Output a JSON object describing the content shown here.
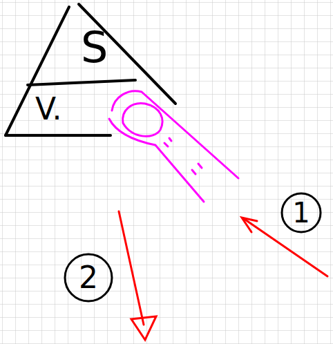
{
  "diagram": {
    "nodes": [
      {
        "text": [
          "S",
          "V."
        ]
      },
      {
        "text": [
          "1"
        ]
      },
      {
        "text": [
          "2"
        ]
      }
    ]
  }
}
